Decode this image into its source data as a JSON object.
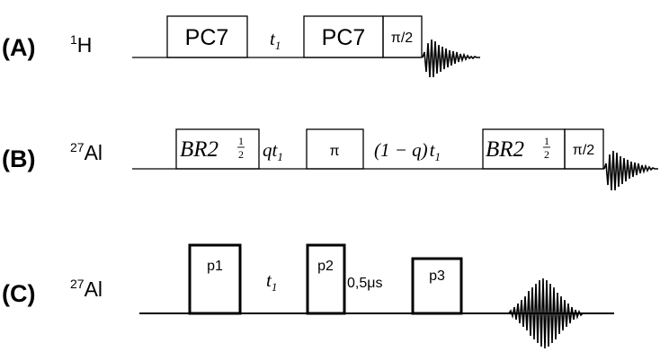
{
  "panels": [
    {
      "label": "(A)",
      "nucleus_mass": "1",
      "nucleus_symbol": "H",
      "pulses": [
        "PC7",
        "PC7",
        "π/2"
      ],
      "delay": {
        "symbol": "t",
        "subscript": "1"
      }
    },
    {
      "label": "(B)",
      "nucleus_mass": "27",
      "nucleus_symbol": "Al",
      "block": {
        "text": "BR2",
        "sub": "2",
        "sup": "1"
      },
      "pi_pulse": "π",
      "pi2_pulse": "π/2",
      "delay1": {
        "coef": "q",
        "symbol": "t",
        "subscript": "1"
      },
      "delay2": {
        "coef": "(1 − q)",
        "symbol": "t",
        "subscript": "1"
      }
    },
    {
      "label": "(C)",
      "nucleus_mass": "27",
      "nucleus_symbol": "Al",
      "pulses": [
        "p1",
        "p2",
        "p3"
      ],
      "delay1": {
        "symbol": "t",
        "subscript": "1"
      },
      "delay2": "0,5μs"
    }
  ]
}
